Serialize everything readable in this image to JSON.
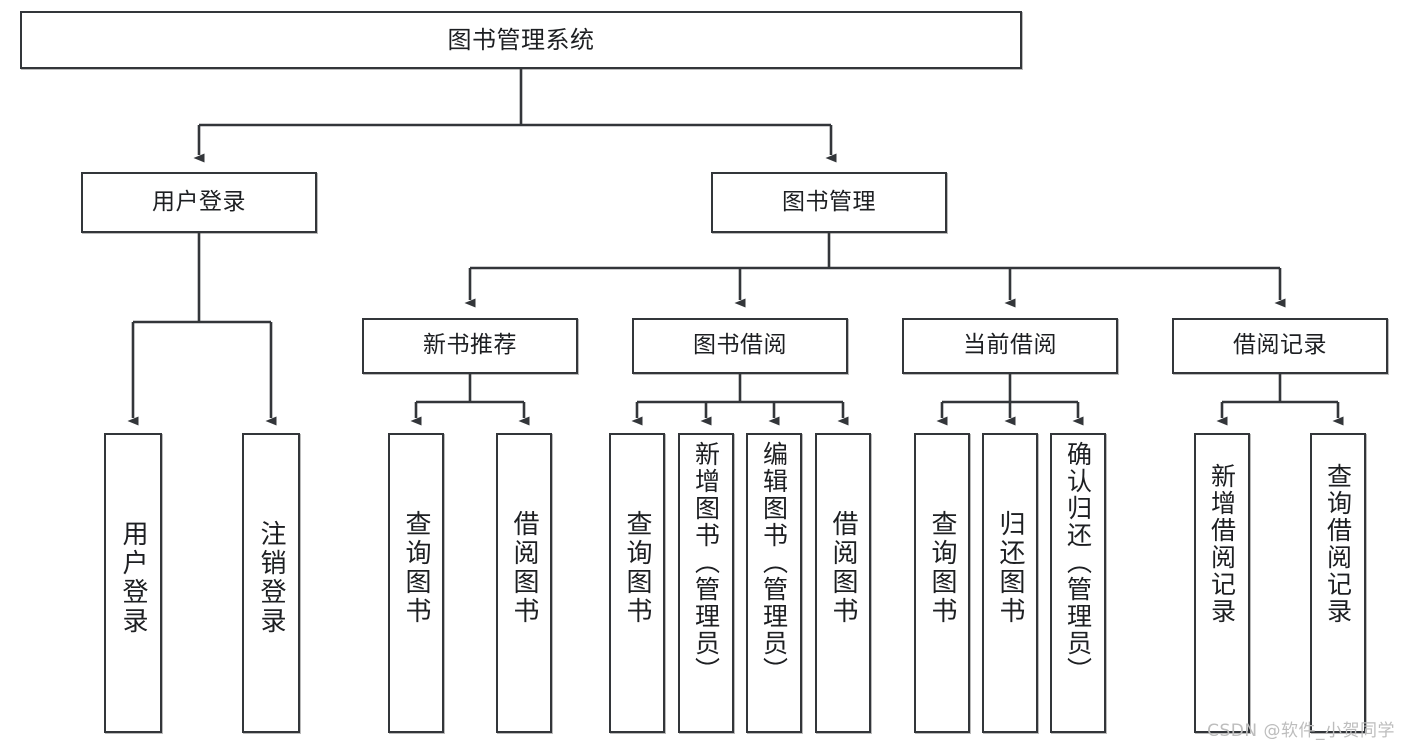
{
  "diagram": {
    "title": "图书管理系统",
    "watermark": "CSDN @软件_小贺同学",
    "colors": {
      "stroke": "#33363a",
      "text": "#1d1f22",
      "background": "#ffffff",
      "watermark": "#bdbdbd"
    },
    "levels": {
      "root": {
        "label": "图书管理系统"
      },
      "level2": [
        {
          "id": "user-login",
          "label": "用户登录"
        },
        {
          "id": "book-management",
          "label": "图书管理"
        }
      ],
      "level3": [
        {
          "id": "new-book-recommend",
          "label": "新书推荐",
          "parent": "book-management"
        },
        {
          "id": "book-borrow",
          "label": "图书借阅",
          "parent": "book-management"
        },
        {
          "id": "current-borrow",
          "label": "当前借阅",
          "parent": "book-management"
        },
        {
          "id": "borrow-record",
          "label": "借阅记录",
          "parent": "book-management"
        }
      ],
      "leaves": [
        {
          "id": "leaf-user-login",
          "label": "用户登录",
          "parent": "user-login"
        },
        {
          "id": "leaf-logout-login",
          "label": "注销登录",
          "parent": "user-login"
        },
        {
          "id": "leaf-query-book-1",
          "label": "查询图书",
          "parent": "new-book-recommend"
        },
        {
          "id": "leaf-borrow-book-1",
          "label": "借阅图书",
          "parent": "new-book-recommend"
        },
        {
          "id": "leaf-query-book-2",
          "label": "查询图书",
          "parent": "book-borrow"
        },
        {
          "id": "leaf-add-book",
          "label": "新增图书（管理员）",
          "parent": "book-borrow"
        },
        {
          "id": "leaf-edit-book",
          "label": "编辑图书（管理员）",
          "parent": "book-borrow"
        },
        {
          "id": "leaf-borrow-book-2",
          "label": "借阅图书",
          "parent": "book-borrow"
        },
        {
          "id": "leaf-query-book-3",
          "label": "查询图书",
          "parent": "current-borrow"
        },
        {
          "id": "leaf-return-book",
          "label": "归还图书",
          "parent": "current-borrow"
        },
        {
          "id": "leaf-confirm-return",
          "label": "确认归还（管理员）",
          "parent": "current-borrow"
        },
        {
          "id": "leaf-add-record",
          "label": "新增借阅记录",
          "parent": "borrow-record"
        },
        {
          "id": "leaf-query-record",
          "label": "查询借阅记录",
          "parent": "borrow-record"
        }
      ]
    }
  }
}
